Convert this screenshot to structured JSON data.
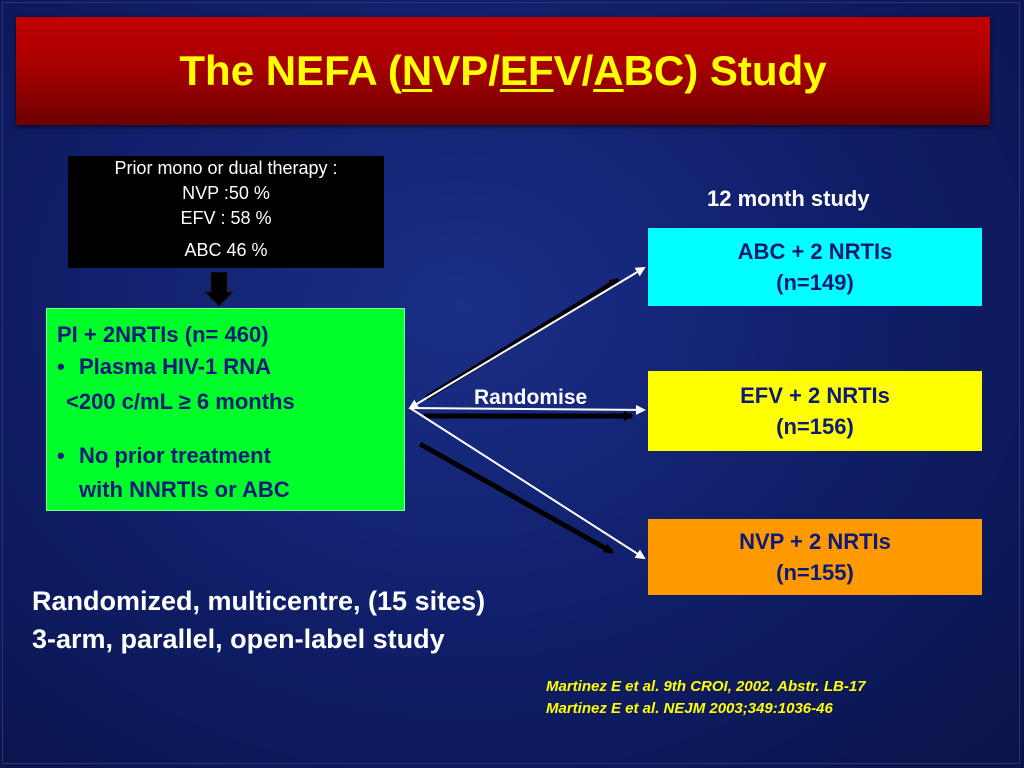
{
  "title": {
    "prefix": "The NEFA (",
    "n": "N",
    "vp": "VP/",
    "ef": "EF",
    "v": "V/",
    "a": "A",
    "suffix": "BC) Study"
  },
  "prior_therapy": {
    "heading": "Prior mono or dual therapy :",
    "nvp": "NVP  :50 %",
    "efv": "EFV : 58 %",
    "abc": "ABC 46 %"
  },
  "population": {
    "line1": "PI + 2NRTIs (n= 460)",
    "bullet": "•",
    "line2": "Plasma HIV-1 RNA",
    "line3": "<200 c/mL ≥  6 months",
    "line4": "No prior treatment",
    "line5": "with NNRTIs or ABC"
  },
  "randomise_label": "Randomise",
  "study_duration": "12 month study",
  "arms": [
    {
      "regimen": "ABC + 2 NRTIs",
      "n": "(n=149)",
      "color": "#00ffff"
    },
    {
      "regimen": "EFV + 2 NRTIs",
      "n": "(n=156)",
      "color": "#ffff00"
    },
    {
      "regimen": "NVP + 2 NRTIs",
      "n": "(n=155)",
      "color": "#ff9900"
    }
  ],
  "design": {
    "line1": "Randomized, multicentre, (15 sites)",
    "line2": "3-arm, parallel, open-label study"
  },
  "references": [
    "Martinez E et al. 9th CROI, 2002. Abstr. LB-17",
    "Martinez E et  al. NEJM 2003;349:1036-46"
  ],
  "colors": {
    "title_bg": "#b00000",
    "title_text": "#ffff00",
    "population_bg": "#00ff2a",
    "text_dark": "#0d1a78",
    "background": "#142a7e"
  }
}
